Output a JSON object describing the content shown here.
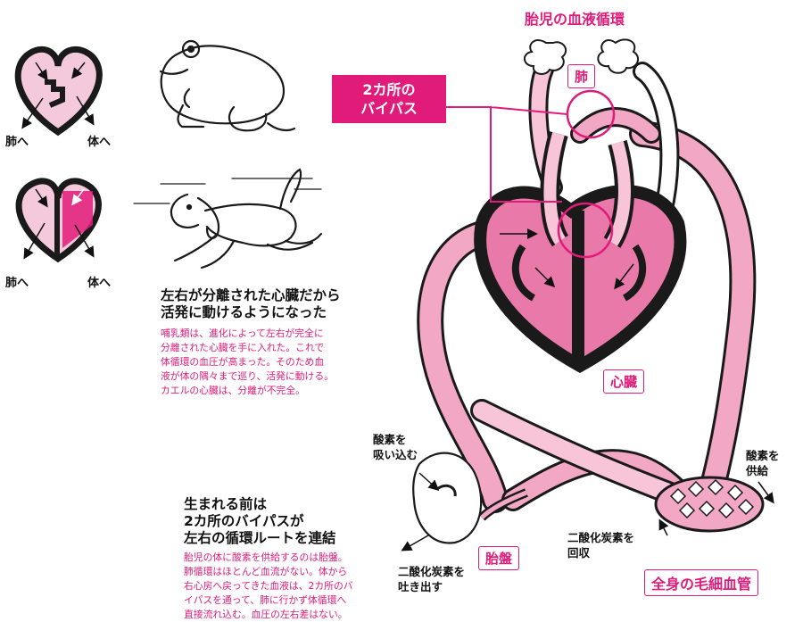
{
  "title": "胎児の血液循環",
  "bypass": {
    "line1": "2カ所の",
    "line2": "バイパス"
  },
  "labels": {
    "lung": "肺",
    "heart": "心臓",
    "placenta": "胎盤",
    "capillaries": "全身の毛細血管",
    "o2_in_1": "酸素を",
    "o2_in_2": "吸い込む",
    "co2_out_1": "二酸化炭素を",
    "co2_out_2": "吐き出す",
    "o2_supply_1": "酸素を",
    "o2_supply_2": "供給",
    "co2_collect_1": "二酸化炭素を",
    "co2_collect_2": "回収"
  },
  "left_panel": {
    "frog_heart": {
      "to_lung": "肺へ",
      "to_body": "体へ"
    },
    "mammal_heart": {
      "to_lung": "肺へ",
      "to_body": "体へ"
    },
    "heading1": "左右が分離された心臓だから",
    "heading2": "活発に動けるようになった",
    "body": [
      "哺乳類は、進化によって左右が完全に",
      "分離された心臓を手に入れた。これで",
      "体循環の血圧が高まった。そのため血",
      "液が体の隅々まで巡り、活発に動ける。",
      "カエルの心臓は、分離が不完全。"
    ]
  },
  "bottom_panel": {
    "heading1": "生まれる前は",
    "heading2": "2カ所のバイパスが",
    "heading3": "左右の循環ルートを連結",
    "body": [
      "胎児の体に酸素を供給するのは胎盤。",
      "肺循環はほとんど血流がない。体から",
      "右心房へ戻ってきた血液は、2カ所のバ",
      "イパスを通って、肺に行かず体循環へ",
      "直接流れ込む。血圧の左右差はない。"
    ]
  },
  "colors": {
    "accent": "#e01b7a",
    "vessel": "#f2a7c5",
    "dark": "#1a1a1a",
    "heart_pink": "#e879a8"
  }
}
